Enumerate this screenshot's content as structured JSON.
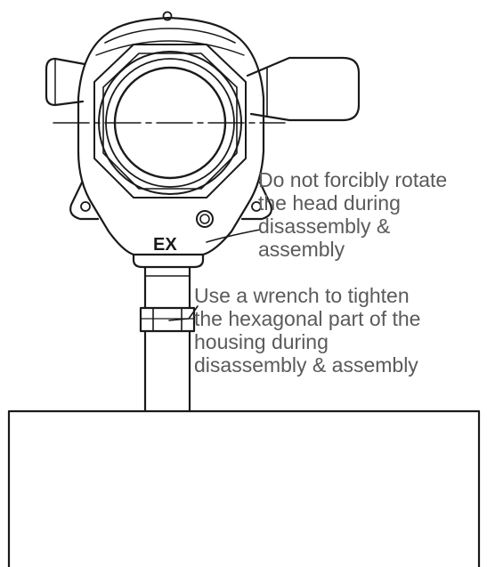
{
  "device": {
    "marking": "EX"
  },
  "notes": {
    "head_rotation": {
      "lines": [
        "Do not forcibly rotate",
        "the head during",
        "disassembly &",
        "assembly"
      ]
    },
    "wrench_tighten": {
      "lines": [
        "Use a wrench to tighten",
        "the hexagonal part of the",
        "housing during",
        "disassembly & assembly"
      ]
    }
  },
  "colors": {
    "line": "#1a1a1a",
    "annotation_text": "#5a5a5a",
    "background": "#ffffff"
  }
}
